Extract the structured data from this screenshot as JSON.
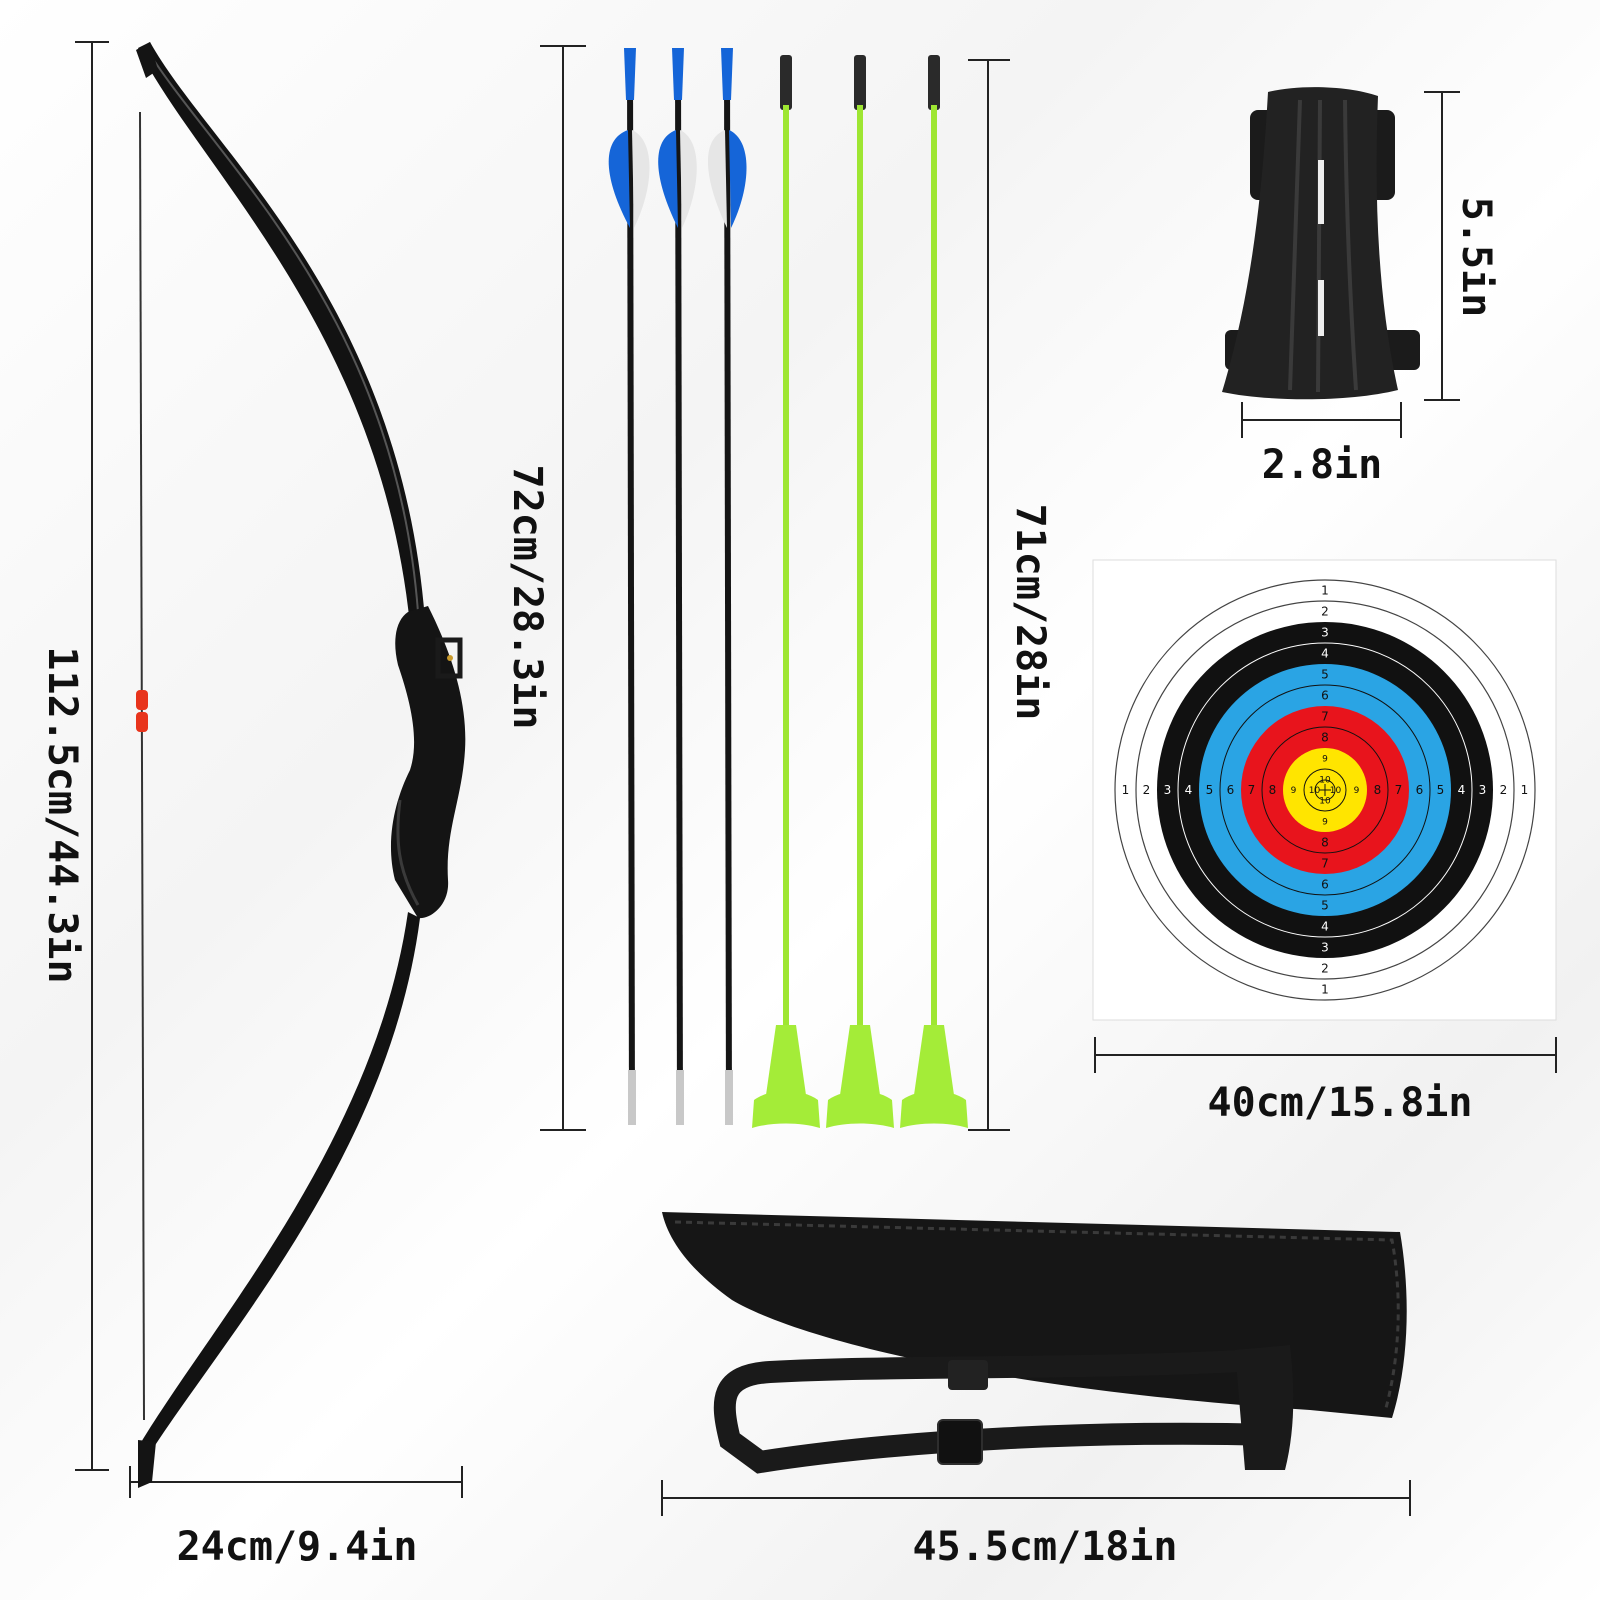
{
  "dimensions": {
    "bow_length": "112.5cm/44.3in",
    "bow_width": "24cm/9.4in",
    "feather_arrow_length": "72cm/28.3in",
    "suction_arrow_length": "71cm/28in",
    "arm_guard_height": "5.5in",
    "arm_guard_width": "2.8in",
    "target_face_width": "40cm/15.8in",
    "quiver_length": "45.5cm/18in"
  },
  "target_face": {
    "ring_numbers": [
      "1",
      "2",
      "3",
      "4",
      "5",
      "6",
      "7",
      "8",
      "9",
      "10"
    ],
    "colors": {
      "white": "#ffffff",
      "black": "#111111",
      "blue": "#2aa4e4",
      "red": "#e8141c",
      "gold": "#ffe500"
    }
  },
  "colors": {
    "fletching_blue": "#1565d8",
    "suction_green": "#9ee632",
    "shaft_black": "#151515"
  }
}
